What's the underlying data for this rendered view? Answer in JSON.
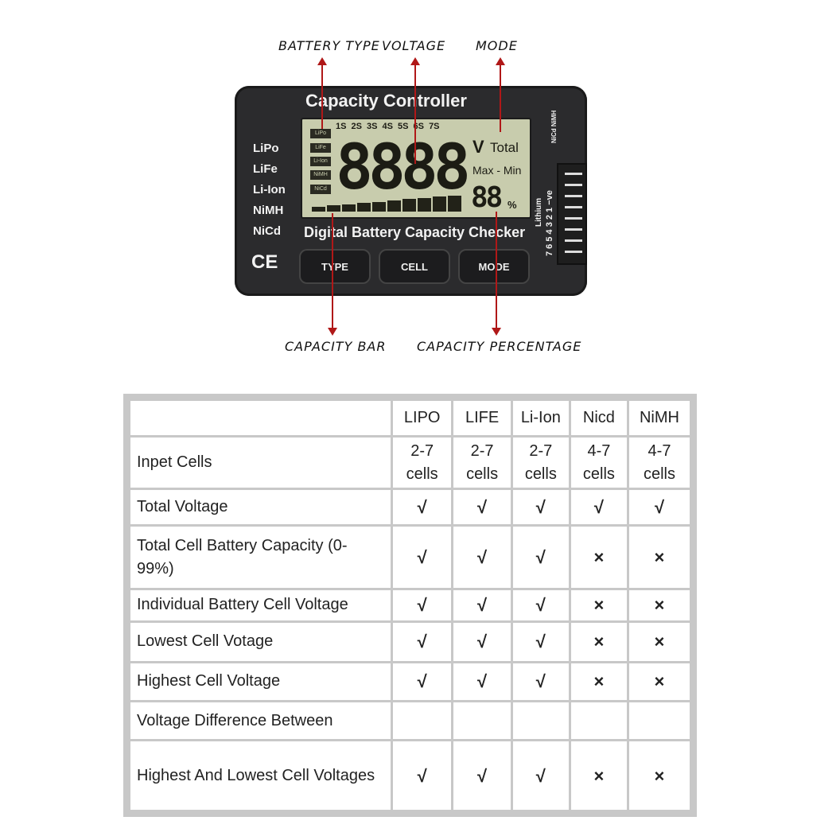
{
  "diagram": {
    "callouts": {
      "battery_type": "BATTERY TYPE",
      "voltage": "VOLTAGE",
      "mode": "MODE",
      "capacity_bar": "CAPACITY BAR",
      "capacity_percentage": "CAPACITY PERCENTAGE"
    },
    "device": {
      "title": "Capacity Controller",
      "subtitle": "Digital Battery Capacity Checker",
      "side_types": [
        "LiPo",
        "LiFe",
        "Li-Ion",
        "NiMH",
        "NiCd"
      ],
      "ce_mark": "CE",
      "lcd_types": [
        "LiPo",
        "LiFe",
        "Li-Ion",
        "NiMH",
        "NiCd"
      ],
      "cell_counts": "1S 2S 3S 4S 5S 6S 7S",
      "digits": "8888",
      "unit": "V",
      "total": "Total",
      "max_min": "Max - Min",
      "percent_digits": "88",
      "percent_sign": "%",
      "buttons": [
        "TYPE",
        "CELL",
        "MODE"
      ],
      "connector_top": "NiCd NiMH",
      "connector_label": "Lithium",
      "pin_numbers": "7 6 5 4 3 2 1 −ve"
    },
    "colors": {
      "arrow": "#b01818",
      "body": "#2b2b2d",
      "lcd": "#c8ccad"
    }
  },
  "table": {
    "headers": [
      "",
      "LIPO",
      "LIFE",
      "Li-Ion",
      "Nicd",
      "NiMH"
    ],
    "rows": [
      {
        "label": "Inpet Cells",
        "cells": [
          "2-7 cells",
          "2-7 cells",
          "2-7 cells",
          "4-7 cells",
          "4-7 cells"
        ]
      },
      {
        "label": "Total Voltage",
        "cells": [
          "√",
          "√",
          "√",
          "√",
          "√"
        ]
      },
      {
        "label": "Total Cell Battery Capacity (0-99%)",
        "cells": [
          "√",
          "√",
          "√",
          "×",
          "×"
        ]
      },
      {
        "label": "Individual  Battery Cell Voltage",
        "cells": [
          "√",
          "√",
          "√",
          "×",
          "×"
        ]
      },
      {
        "label": "Lowest Cell Votage",
        "cells": [
          "√",
          "√",
          "√",
          "×",
          "×"
        ]
      },
      {
        "label": "Highest Cell Voltage",
        "cells": [
          "√",
          "√",
          "√",
          "×",
          "×"
        ]
      },
      {
        "label": "Voltage    Difference Between",
        "cells": [
          "",
          "",
          "",
          "",
          ""
        ]
      },
      {
        "label": "Highest And Lowest Cell Voltages",
        "cells": [
          "√",
          "√",
          "√",
          "×",
          "×"
        ]
      }
    ]
  }
}
